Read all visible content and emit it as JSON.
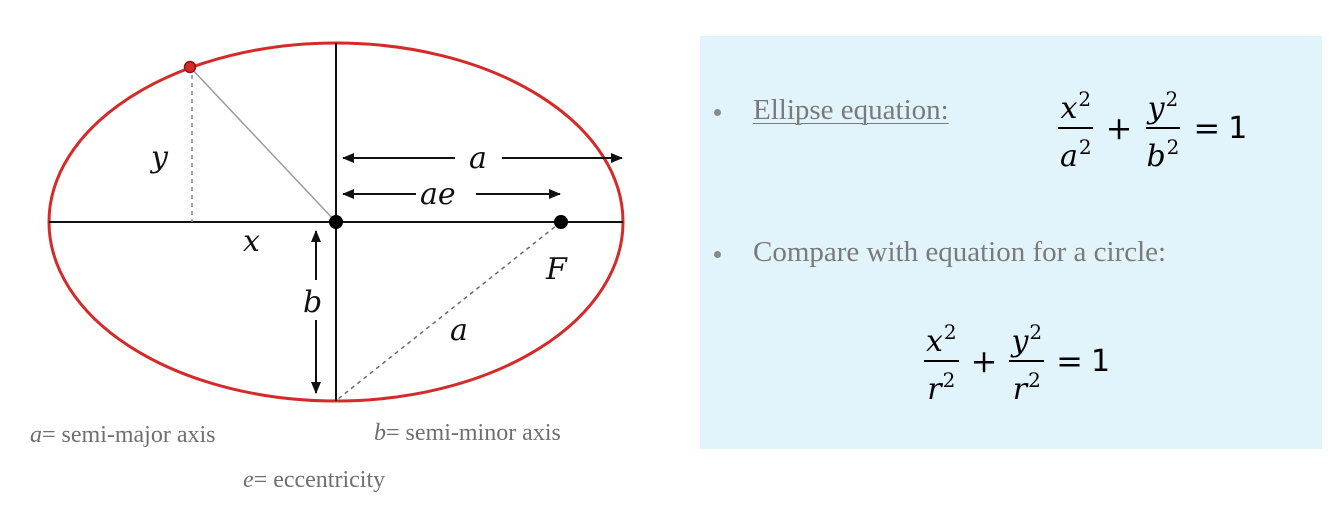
{
  "diagram": {
    "labels": {
      "a_top": "a",
      "ae": "ae",
      "y": "y",
      "x": "x",
      "b": "b",
      "F": "F",
      "a_diag": "a"
    },
    "legend": {
      "a_sym": "a",
      "a_text": "= semi-major axis",
      "b_sym": "b",
      "b_text": "= semi-minor axis",
      "e_sym": "e",
      "e_text": "= eccentricity"
    },
    "colors": {
      "ellipse": "#d42a2a",
      "point": "#d42a2a",
      "axes": "#111111",
      "guide": "#8a8a8a"
    }
  },
  "info_panel": {
    "background": "#e2f4fb",
    "bullet_1": "Ellipse equation:",
    "bullet_2": "Compare with equation for a circle:",
    "ellipse_equation": {
      "term1_num": "x",
      "term1_den": "a",
      "term2_num": "y",
      "term2_den": "b",
      "power": "2",
      "plus": "+",
      "equals": "=",
      "rhs": "1"
    },
    "circle_equation": {
      "term1_num": "x",
      "term1_den": "r",
      "term2_num": "y",
      "term2_den": "r",
      "power": "2",
      "plus": "+",
      "equals": "=",
      "rhs": "1"
    }
  }
}
